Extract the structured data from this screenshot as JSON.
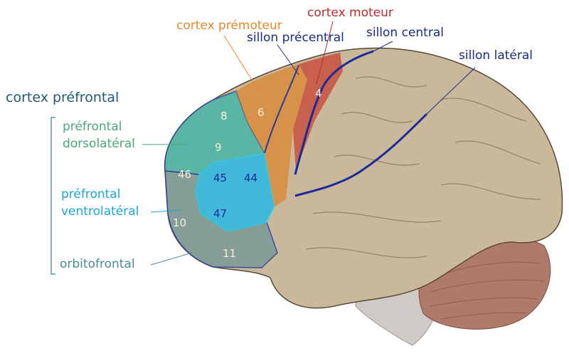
{
  "title": "cortex préfrontal",
  "labels": {
    "dorsolateral": [
      "préfrontal",
      "dorsolatéral"
    ],
    "ventrolateral": [
      "préfrontal",
      "ventrolatéral"
    ],
    "orbitofrontal": "orbitofrontal",
    "premotor": "cortex prémoteur",
    "motor": "cortex moteur",
    "precentral_sulcus": "sillon précentral",
    "central_sulcus": "sillon central",
    "lateral_sulcus": "sillon latéral"
  },
  "areas": [
    "8",
    "6",
    "4",
    "9",
    "46",
    "45",
    "44",
    "47",
    "10",
    "11"
  ],
  "colors": {
    "title": "#1f5b6b",
    "dorsolateral": "#4aa878",
    "ventrolateral": "#1aa6d8",
    "orbitofrontal": "#4a8a98",
    "premotor": "#e8862a",
    "motor": "#c0282a",
    "sulcus": "#1a2a8a",
    "brain": "#c9b89a",
    "cerebellum": "#b07a6a"
  }
}
